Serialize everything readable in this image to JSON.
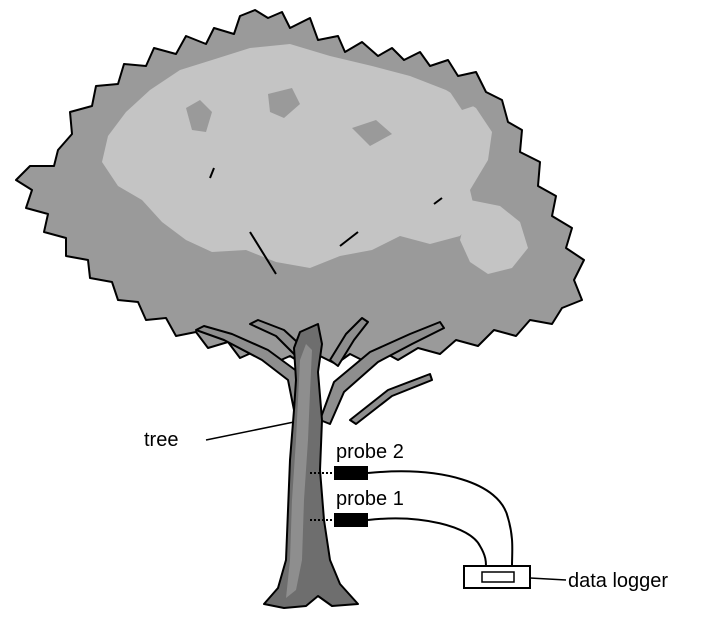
{
  "labels": {
    "tree": "tree",
    "probe_2": "probe 2",
    "probe_1": "probe 1",
    "data_logger": "data logger"
  },
  "colors": {
    "canopy_dark": "#9a9a9a",
    "canopy_light": "#c4c4c4",
    "trunk_dark": "#6e6e6e",
    "trunk_light": "#8e8e8e",
    "outline": "#000000",
    "probe": "#000000"
  }
}
